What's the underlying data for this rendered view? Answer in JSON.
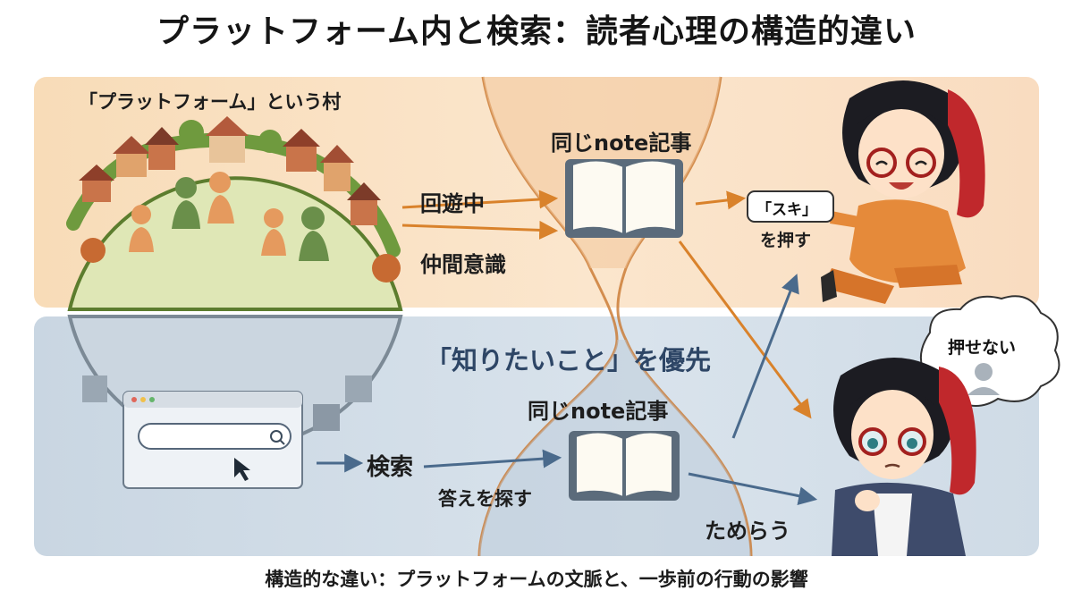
{
  "title": "プラットフォーム内と検索：読者心理の構造的違い",
  "top_panel": {
    "village_label": "「プラットフォーム」という村",
    "article_label": "同じnote記事",
    "flow_label_1": "回遊中",
    "flow_label_2": "仲間意識",
    "suki_badge": "「スキ」",
    "suki_action": "を押す"
  },
  "bottom_panel": {
    "priority_label": "「知りたいこと」を優先",
    "article_label": "同じnote記事",
    "search_label": "検索",
    "answer_label": "答えを探す",
    "hesitate_label": "ためらう",
    "thought_bubble": "押せない"
  },
  "footer": "構造的な違い：プラットフォームの文脈と、一歩前の行動の影響",
  "colors": {
    "top_bg": "#f8dcb8",
    "bottom_bg": "#c9d6e2",
    "orange_arrow": "#d9822b",
    "blue_arrow": "#4a6a8c",
    "grass": "#6f9a3e",
    "hair_red": "#c0282c"
  }
}
